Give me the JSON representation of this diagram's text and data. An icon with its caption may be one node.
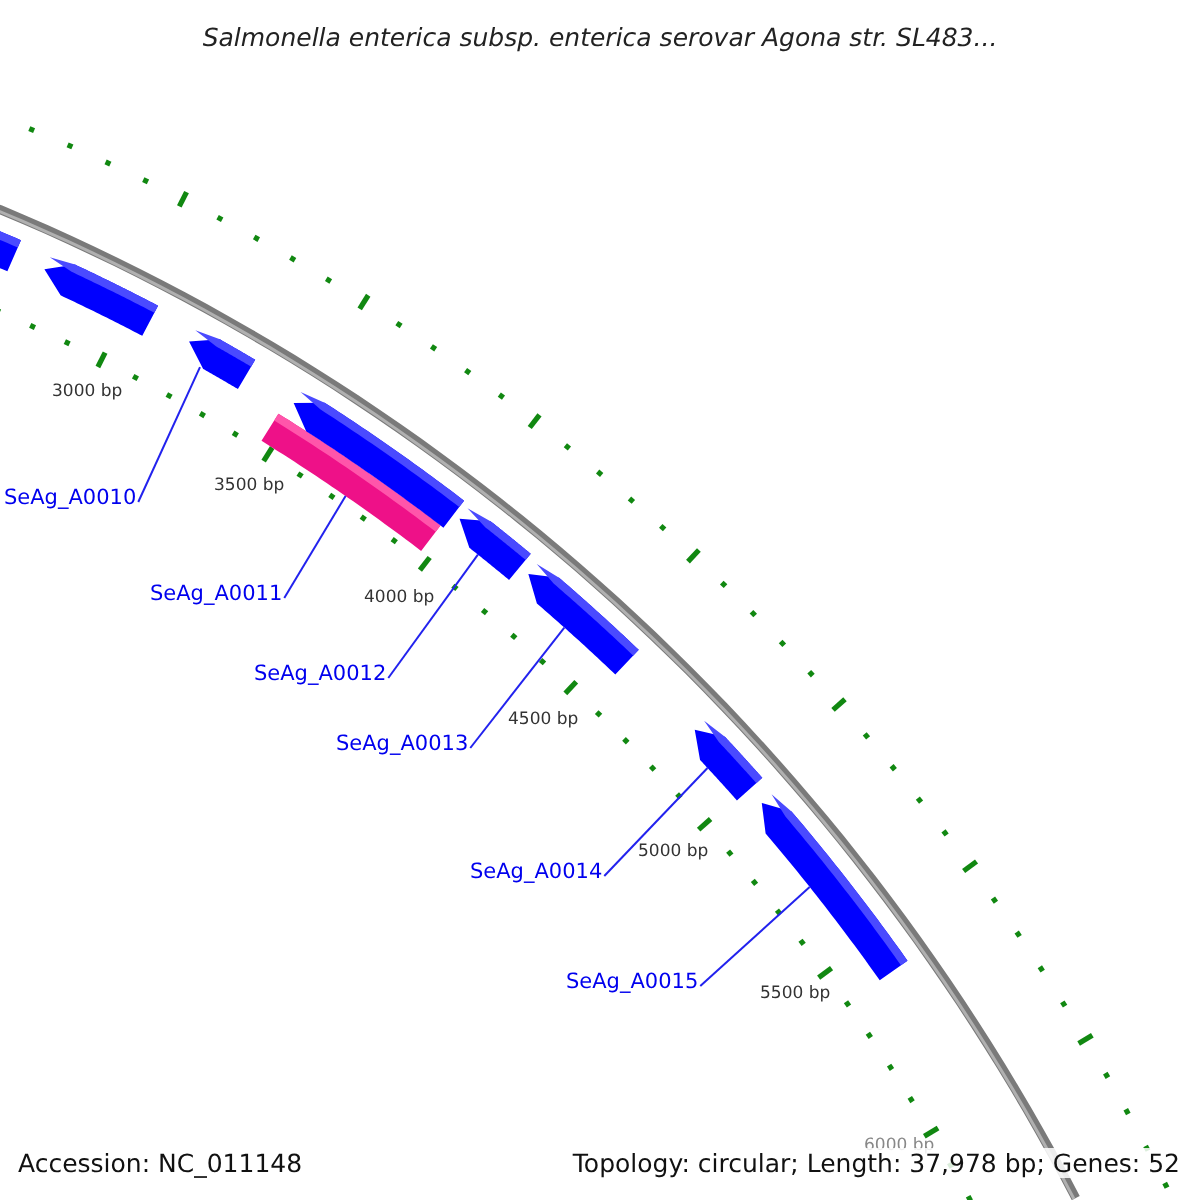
{
  "diagram": {
    "title": "Salmonella enterica subsp. enterica serovar Agona str. SL483...",
    "nodes": [
      {
        "text": [
          "SeAg_A0010"
        ]
      },
      {
        "text": [
          "SeAg_A0011"
        ]
      },
      {
        "text": [
          "SeAg_A0012"
        ]
      },
      {
        "text": [
          "SeAg_A0013"
        ]
      },
      {
        "text": [
          "SeAg_A0014"
        ]
      },
      {
        "text": [
          "SeAg_A0015"
        ]
      },
      {
        "text": [],
        "shape": "pentagon"
      },
      {
        "text": [],
        "shape": "pentagon"
      },
      {
        "text": [],
        "shape": "pentagon"
      },
      {
        "text": [],
        "shape": "bar"
      },
      {
        "text": [],
        "shape": "pentagon"
      },
      {
        "text": [],
        "shape": "pentagon"
      },
      {
        "text": [],
        "shape": "pentagon"
      },
      {
        "text": [],
        "shape": "pentagon"
      },
      {
        "text": [],
        "shape": "pentagon"
      }
    ],
    "edges": [
      {
        "from": 0,
        "to": 8,
        "arrow": "none"
      },
      {
        "from": 1,
        "to": 9,
        "arrow": "none"
      },
      {
        "from": 2,
        "to": 11,
        "arrow": "none"
      },
      {
        "from": 3,
        "to": 12,
        "arrow": "none"
      },
      {
        "from": 4,
        "to": 13,
        "arrow": "none"
      },
      {
        "from": 5,
        "to": 14,
        "arrow": "none"
      }
    ],
    "labels": [
      "3000 bp",
      "3500 bp",
      "4000 bp",
      "4500 bp",
      "5000 bp",
      "5500 bp",
      "6000 bp",
      "Accession: NC_011148",
      "Topology: circular; Length: 37,978 bp; Genes: 52"
    ]
  }
}
